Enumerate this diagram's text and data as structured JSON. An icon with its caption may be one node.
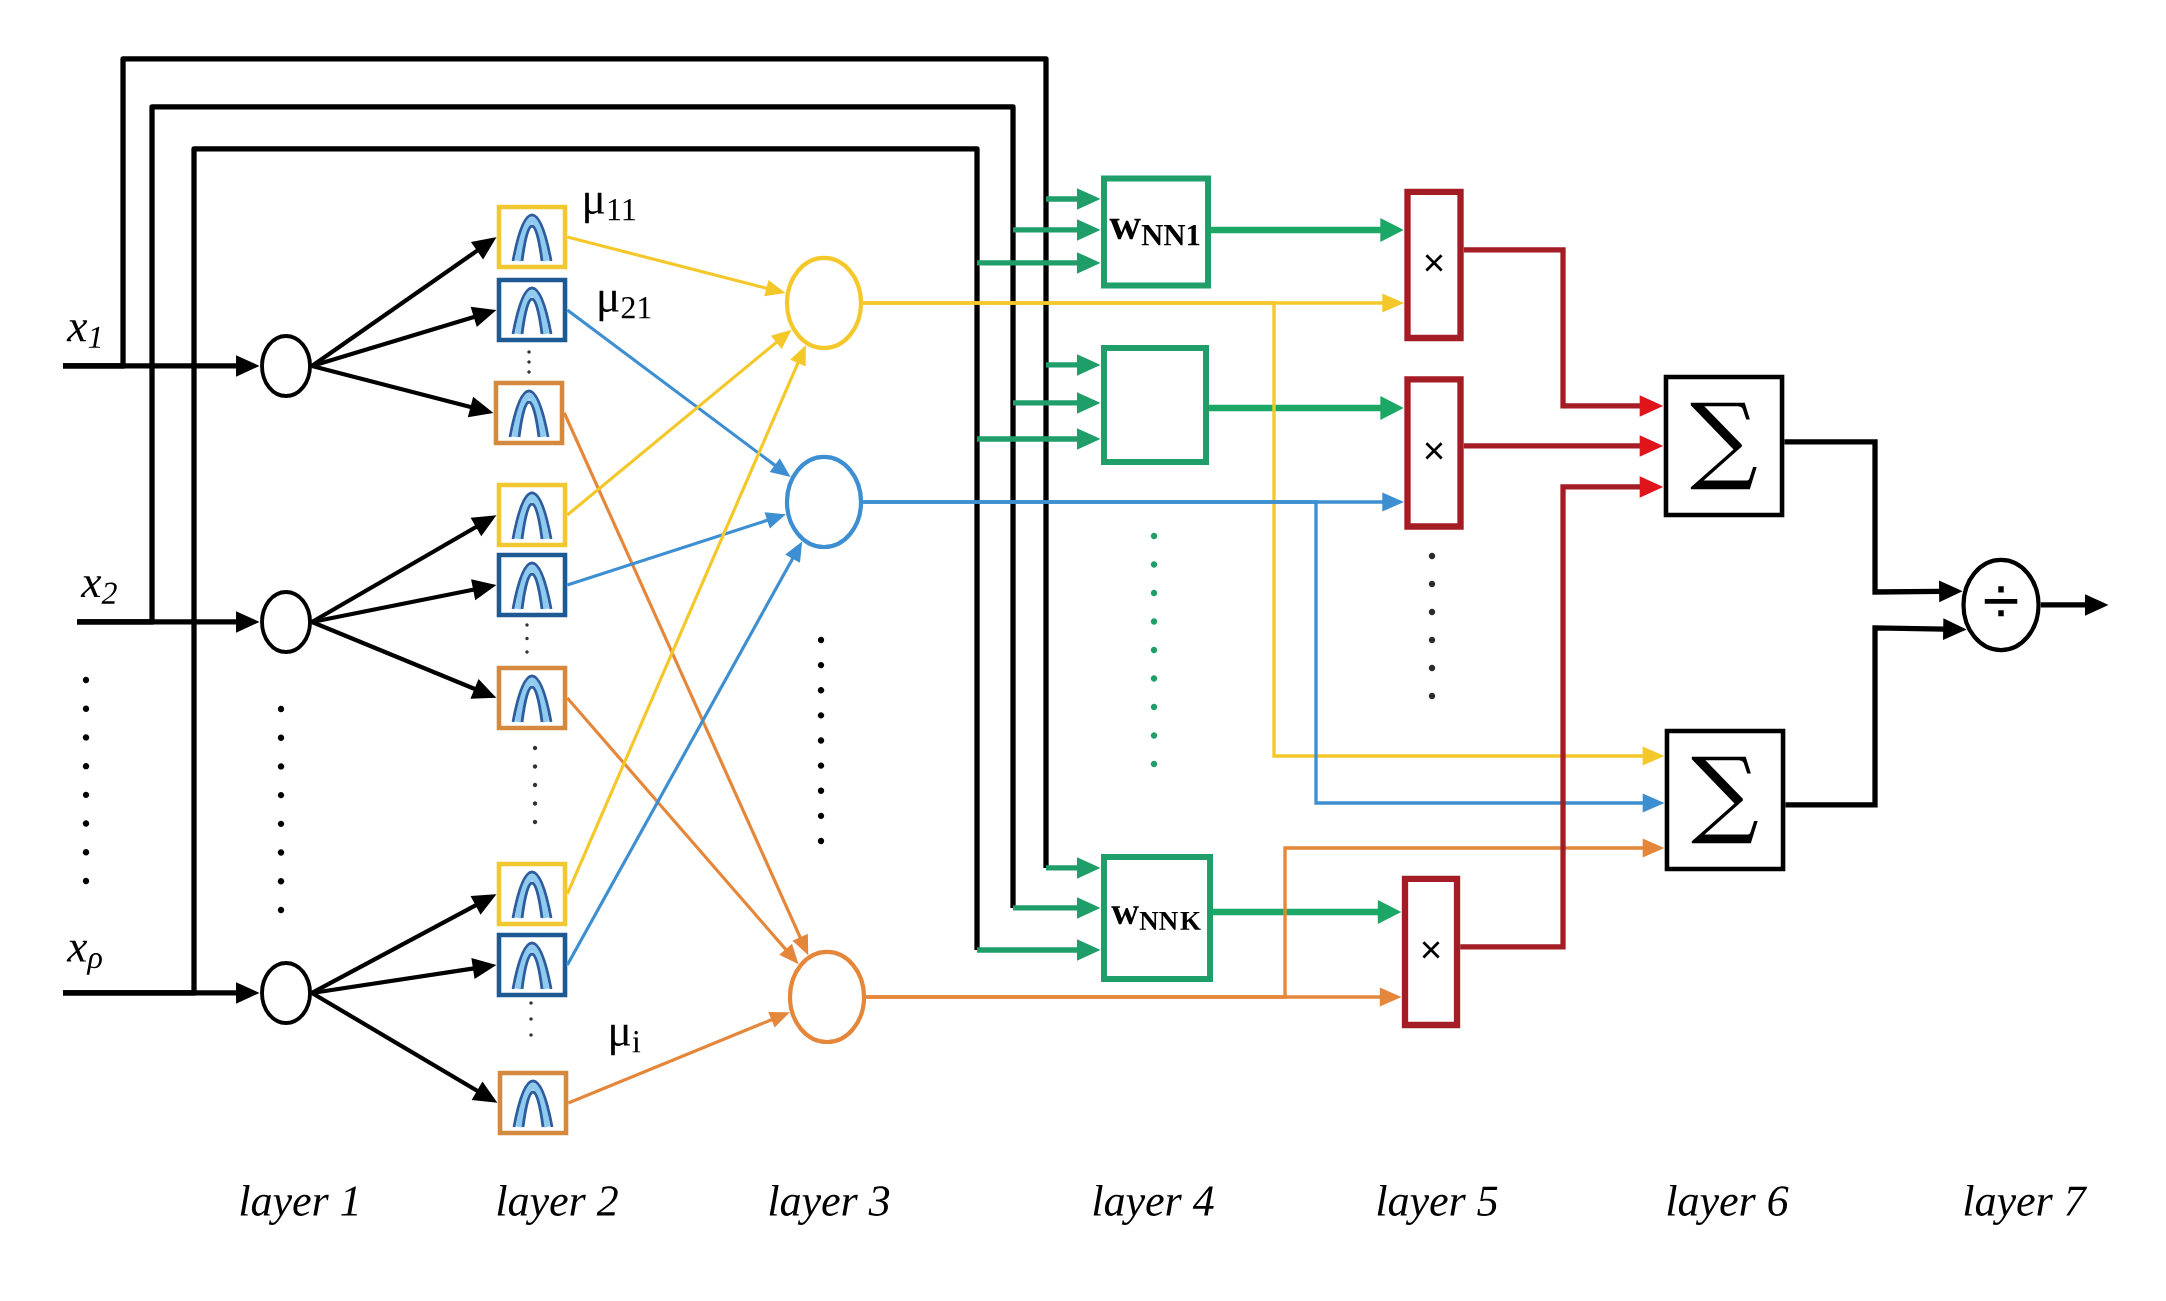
{
  "diagram": {
    "nodes": [
      {
        "text": [
          "x$_{1}$"
        ]
      },
      {
        "text": [
          "x$_{2}$"
        ]
      },
      {
        "text": [
          "x$_{ρ}$"
        ]
      },
      {
        "text": [],
        "shape": "circle"
      },
      {
        "text": [],
        "shape": "circle"
      },
      {
        "text": [],
        "shape": "circle"
      },
      {
        "text": [],
        "shape": "box"
      },
      {
        "text": [],
        "shape": "box"
      },
      {
        "text": [],
        "shape": "box"
      },
      {
        "text": [],
        "shape": "box"
      },
      {
        "text": [],
        "shape": "box"
      },
      {
        "text": [],
        "shape": "box"
      },
      {
        "text": [],
        "shape": "box"
      },
      {
        "text": [],
        "shape": "box"
      },
      {
        "text": [],
        "shape": "box"
      },
      {
        "text": [],
        "shape": "circle"
      },
      {
        "text": [],
        "shape": "circle"
      },
      {
        "text": [],
        "shape": "circle"
      },
      {
        "text": [
          "w$_{NN1}$"
        ]
      },
      {
        "text": [],
        "shape": "box"
      },
      {
        "text": [
          "w$_{NN}$$_{K}$"
        ]
      },
      {
        "text": [
          "×"
        ]
      },
      {
        "text": [
          "×"
        ]
      },
      {
        "text": [
          "×"
        ]
      },
      {
        "text": [
          "∑"
        ]
      },
      {
        "text": [
          "∑"
        ]
      },
      {
        "text": [
          "÷"
        ]
      }
    ],
    "edges": [
      {
        "from": 0,
        "to": 3,
        "arrow": "to"
      },
      {
        "from": 1,
        "to": 4,
        "arrow": "to"
      },
      {
        "from": 2,
        "to": 5,
        "arrow": "to"
      },
      {
        "from": 3,
        "to": 6,
        "arrow": "to"
      },
      {
        "from": 3,
        "to": 7,
        "arrow": "to"
      },
      {
        "from": 3,
        "to": 8,
        "arrow": "to"
      },
      {
        "from": 4,
        "to": 9,
        "arrow": "to"
      },
      {
        "from": 4,
        "to": 10,
        "arrow": "to"
      },
      {
        "from": 4,
        "to": 11,
        "arrow": "to"
      },
      {
        "from": 5,
        "to": 12,
        "arrow": "to"
      },
      {
        "from": 5,
        "to": 13,
        "arrow": "to"
      },
      {
        "from": 5,
        "to": 14,
        "arrow": "to"
      },
      {
        "from": 6,
        "to": 15,
        "arrow": "to",
        "label": "μ$_{11}$",
        "color": "#f4c82a"
      },
      {
        "from": 7,
        "to": 16,
        "arrow": "to",
        "label": "μ$_{21}$",
        "color": "#3d8fd1"
      },
      {
        "from": 8,
        "to": 17,
        "arrow": "to",
        "color": "#e5873b"
      },
      {
        "from": 9,
        "to": 15,
        "arrow": "to",
        "color": "#f4c82a"
      },
      {
        "from": 10,
        "to": 16,
        "arrow": "to",
        "color": "#3d8fd1"
      },
      {
        "from": 11,
        "to": 17,
        "arrow": "to",
        "color": "#e5873b"
      },
      {
        "from": 12,
        "to": 15,
        "arrow": "to",
        "color": "#f4c82a"
      },
      {
        "from": 13,
        "to": 16,
        "arrow": "to",
        "color": "#3d8fd1"
      },
      {
        "from": 14,
        "to": 17,
        "arrow": "to",
        "label": "μ$_{i}$",
        "color": "#e5873b"
      },
      {
        "from": 0,
        "to": 18,
        "arrow": "to"
      },
      {
        "from": 0,
        "to": 19,
        "arrow": "to"
      },
      {
        "from": 0,
        "to": 20,
        "arrow": "to"
      },
      {
        "from": 1,
        "to": 18,
        "arrow": "to"
      },
      {
        "from": 1,
        "to": 19,
        "arrow": "to"
      },
      {
        "from": 1,
        "to": 20,
        "arrow": "to"
      },
      {
        "from": 2,
        "to": 18,
        "arrow": "to"
      },
      {
        "from": 2,
        "to": 19,
        "arrow": "to"
      },
      {
        "from": 2,
        "to": 20,
        "arrow": "to"
      },
      {
        "from": 18,
        "to": 21,
        "arrow": "to",
        "color": "#1ba766"
      },
      {
        "from": 19,
        "to": 22,
        "arrow": "to",
        "color": "#1ba766"
      },
      {
        "from": 20,
        "to": 23,
        "arrow": "to",
        "color": "#1ba766"
      },
      {
        "from": 15,
        "to": 21,
        "arrow": "to",
        "color": "#f4c82a"
      },
      {
        "from": 15,
        "to": 25,
        "arrow": "to",
        "color": "#f4c82a"
      },
      {
        "from": 16,
        "to": 22,
        "arrow": "to",
        "color": "#3d8fd1"
      },
      {
        "from": 16,
        "to": 25,
        "arrow": "to",
        "color": "#3d8fd1"
      },
      {
        "from": 17,
        "to": 23,
        "arrow": "to",
        "color": "#e5873b"
      },
      {
        "from": 17,
        "to": 25,
        "arrow": "to",
        "color": "#e5873b"
      },
      {
        "from": 21,
        "to": 24,
        "arrow": "to",
        "color": "#a51d24"
      },
      {
        "from": 22,
        "to": 24,
        "arrow": "to",
        "color": "#a51d24"
      },
      {
        "from": 23,
        "to": 24,
        "arrow": "to",
        "color": "#a51d24"
      },
      {
        "from": 24,
        "to": 26,
        "arrow": "to"
      },
      {
        "from": 25,
        "to": 26,
        "arrow": "to"
      },
      {
        "from": 26,
        "to": null,
        "arrow": "to"
      }
    ],
    "labels": [
      "layer 1",
      "layer 2",
      "layer 3",
      "layer 4",
      "layer 5",
      "layer 6",
      "layer 7"
    ]
  }
}
